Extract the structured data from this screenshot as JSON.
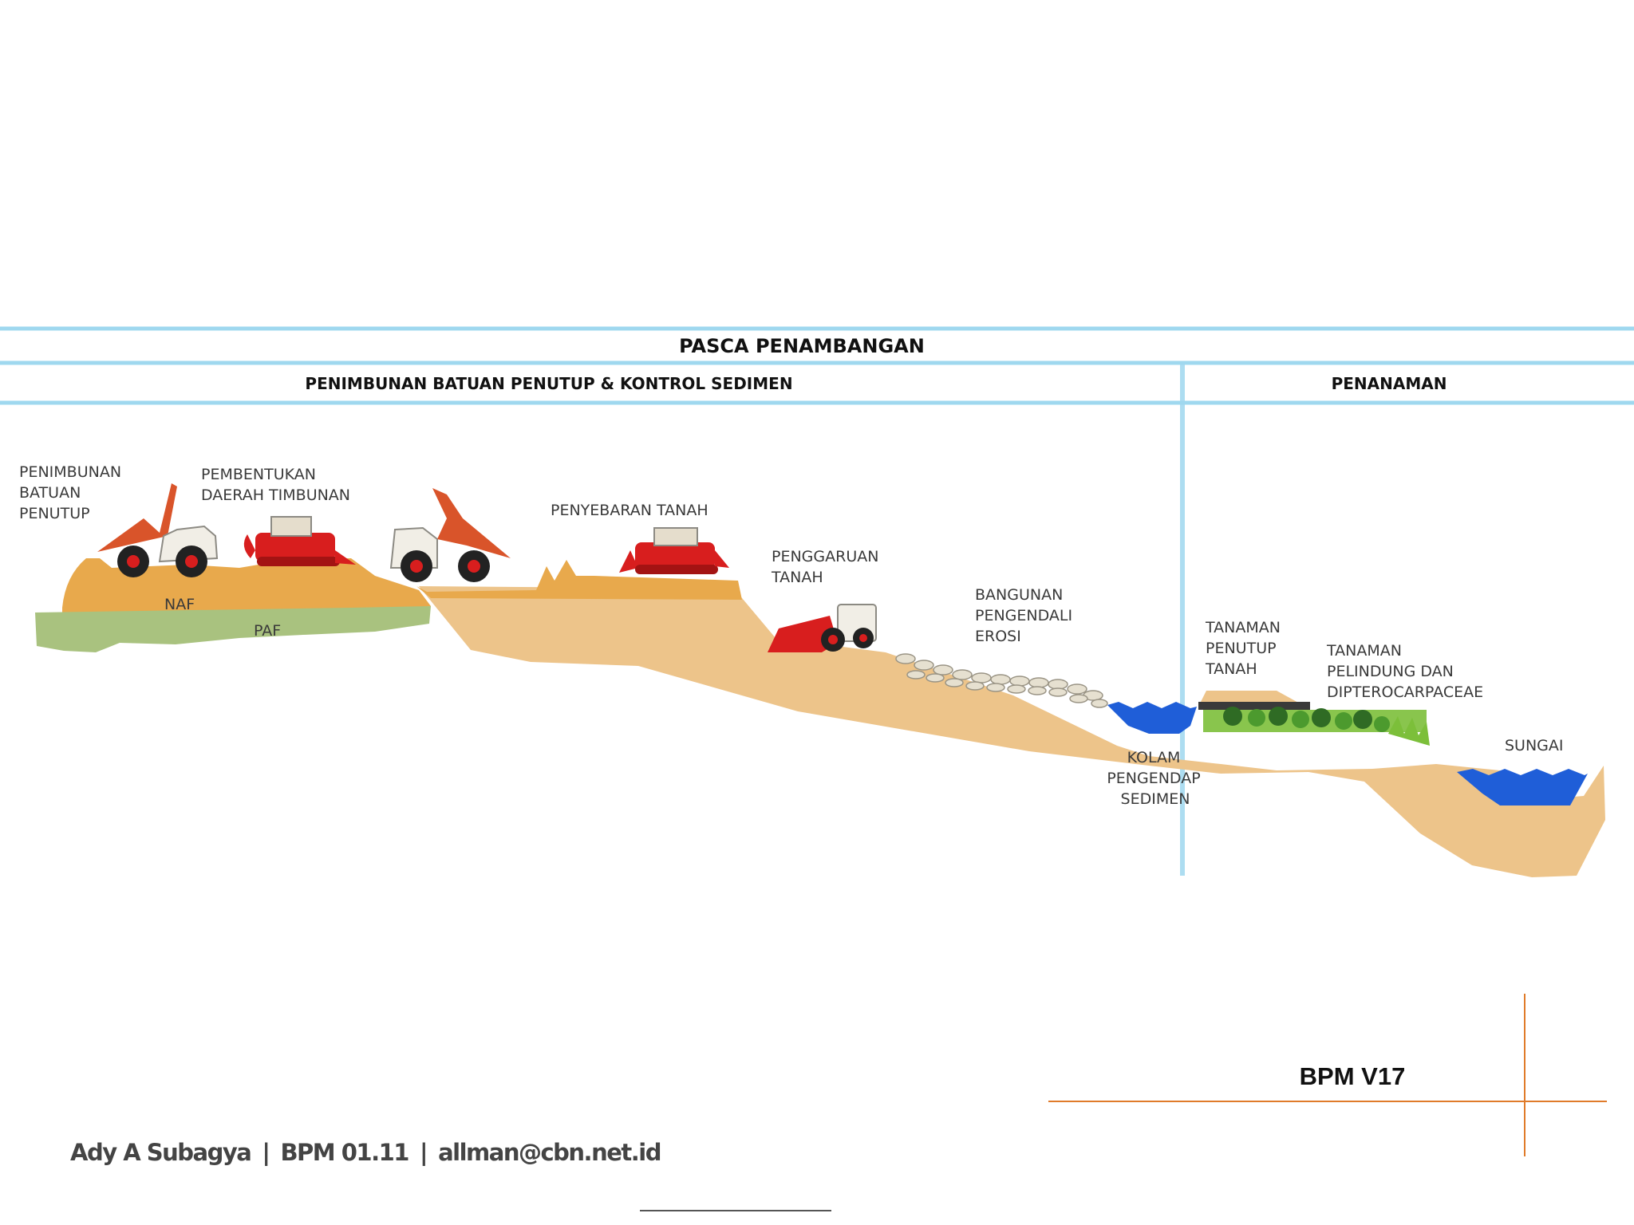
{
  "headers": {
    "top": "PASCA PENAMBANGAN",
    "left": "PENIMBUNAN BATUAN PENUTUP & KONTROL SEDIMEN",
    "right": "PENANAMAN"
  },
  "labels": {
    "penimbunan": [
      "PENIMBUNAN",
      "BATUAN",
      "PENUTUP"
    ],
    "pembentukan": [
      "PEMBENTUKAN",
      "DAERAH TIMBUNAN"
    ],
    "penyebaran": [
      "PENYEBARAN TANAH"
    ],
    "penggaruan": [
      "PENGGARUAN",
      "TANAH"
    ],
    "bangunan": [
      "BANGUNAN",
      "PENGENDALI",
      "EROSI"
    ],
    "tanaman_penutup": [
      "TANAMAN",
      "PENUTUP",
      "TANAH"
    ],
    "tanaman_pelindung": [
      "TANAMAN",
      "PELINDUNG DAN",
      "DIPTEROCARPACEAE"
    ],
    "kolam": [
      "KOLAM",
      "PENGENDAP",
      "SEDIMEN"
    ],
    "sungai": [
      "SUNGAI"
    ],
    "naf": "NAF",
    "paf": "PAF"
  },
  "badge": "BPM V17",
  "footer": {
    "author": "Ady A Subagya",
    "code": "BPM 01.11",
    "email": "allman@cbn.net.id",
    "separator": "|"
  },
  "colors": {
    "band_line": "#9fd8ef",
    "soil": "#edc48a",
    "naf_layer": "#e8a94c",
    "paf_layer": "#a9c27f",
    "water": "#1f5ed8",
    "machine_red": "#d81e1e",
    "dump_bed": "#d9542a",
    "accent_orange": "#e07b2a"
  }
}
